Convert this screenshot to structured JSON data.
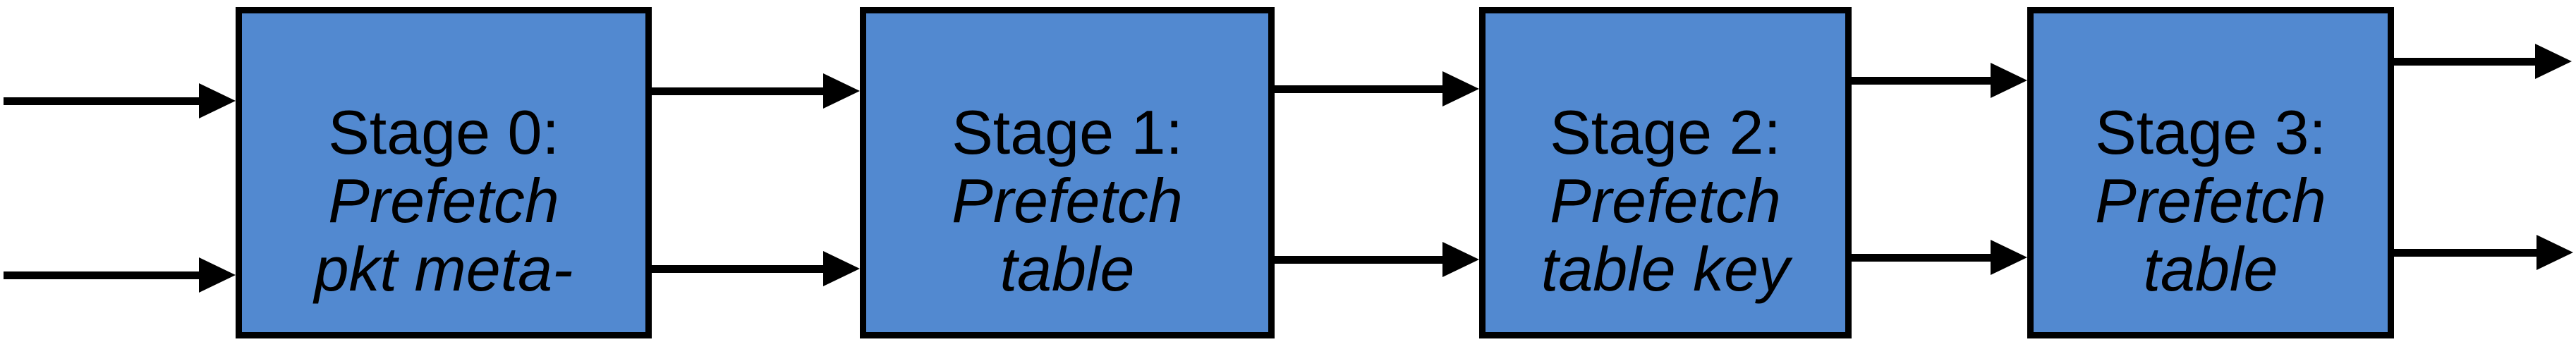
{
  "diagram": {
    "colors": {
      "box_fill": "#5289d0",
      "box_border": "#000000",
      "arrow": "#000000",
      "background": "#ffffff",
      "text": "#000000"
    },
    "stages": [
      {
        "title": "Stage 0:",
        "subtitle_line1": "Prefetch",
        "subtitle_line2": "pkt meta-"
      },
      {
        "title": "Stage 1:",
        "subtitle_line1": "Prefetch",
        "subtitle_line2": "table"
      },
      {
        "title": "Stage 2:",
        "subtitle_line1": "Prefetch",
        "subtitle_line2": "table key"
      },
      {
        "title": "Stage 3:",
        "subtitle_line1": "Prefetch",
        "subtitle_line2": "table"
      }
    ]
  }
}
